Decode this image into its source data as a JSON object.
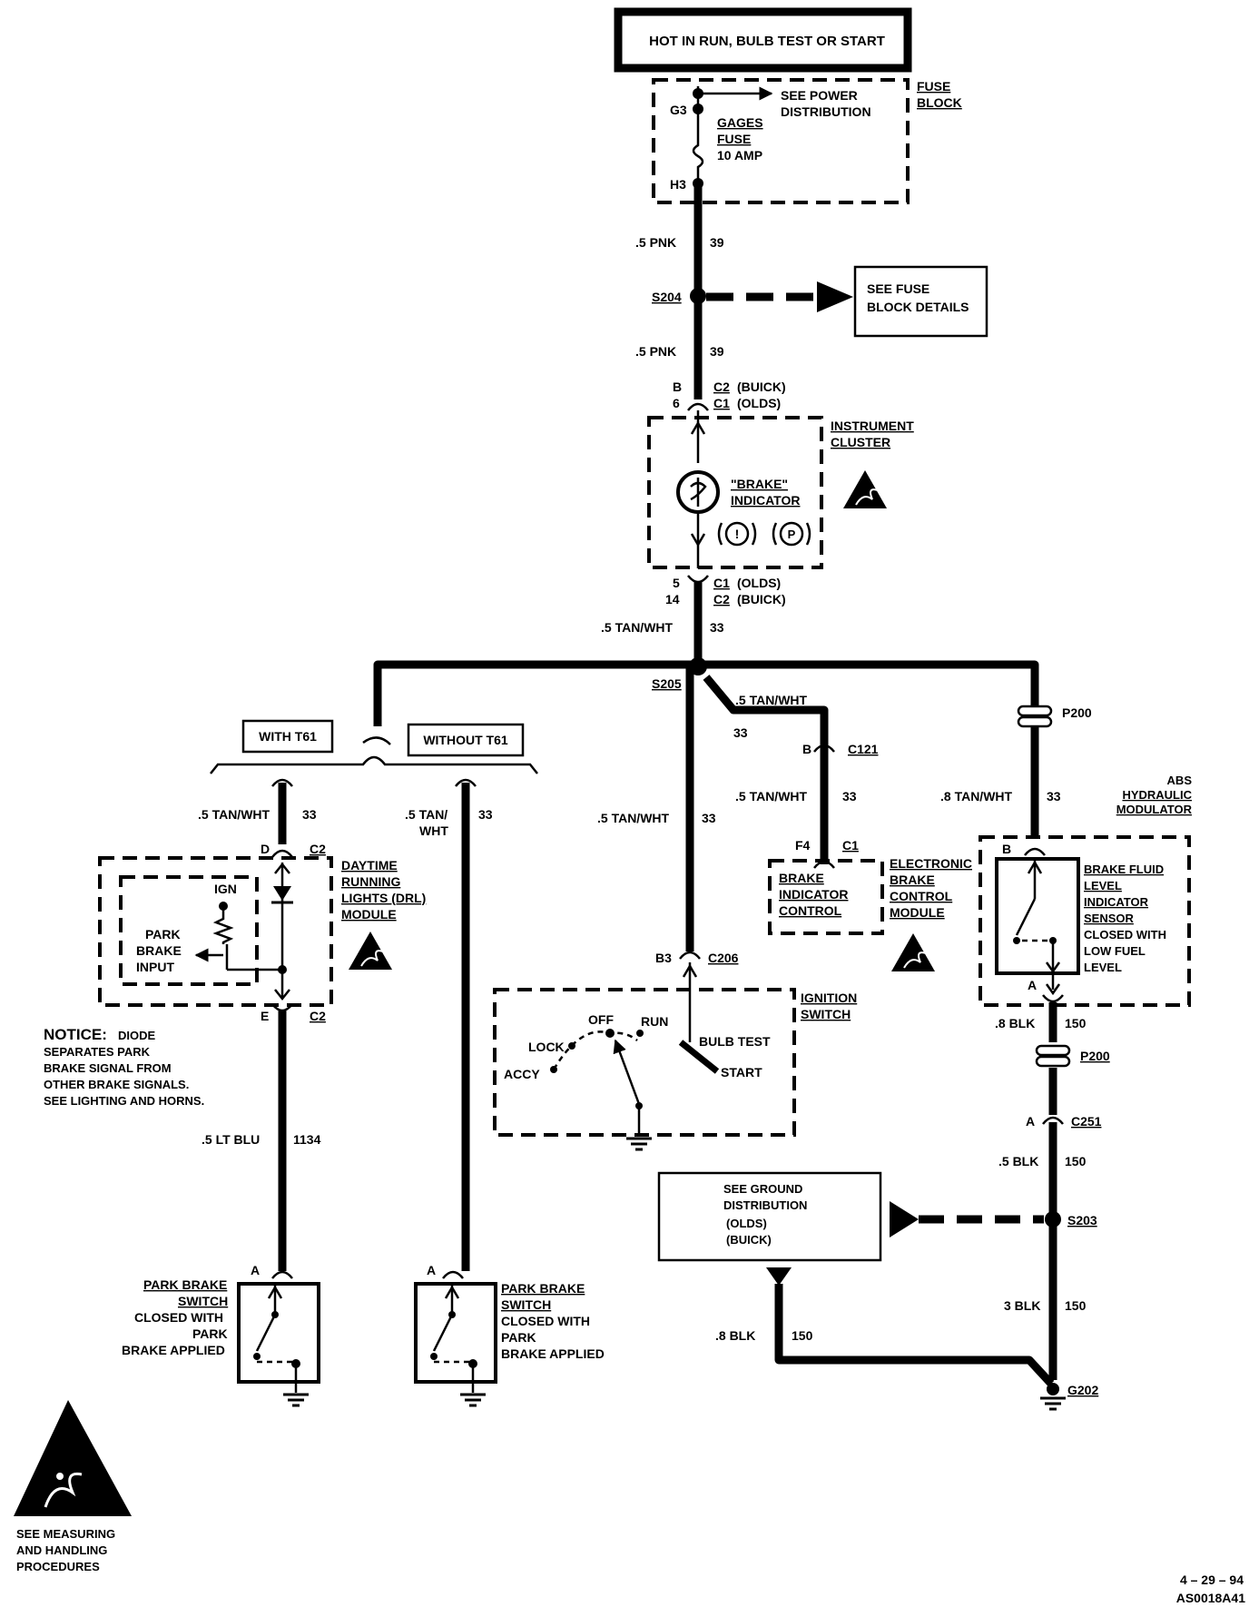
{
  "header": {
    "power_label": "HOT IN RUN, BULB TEST OR START"
  },
  "fuse_block": {
    "name_line1": "FUSE",
    "name_line2": "BLOCK",
    "pin_top": "G3",
    "pin_bottom": "H3",
    "see_power_line1": "SEE POWER",
    "see_power_line2": "DISTRIBUTION",
    "fuse_line1": "GAGES",
    "fuse_line2": "FUSE",
    "fuse_line3": "10 AMP"
  },
  "wires": {
    "w1_gauge": ".5 PNK",
    "w1_circuit": "39",
    "w2_gauge": ".5 PNK",
    "w2_circuit": "39",
    "w3_gauge": ".5 TAN/WHT",
    "w3_circuit": "33",
    "w_drl_gauge": ".5 TAN/WHT",
    "w_drl_circuit": "33",
    "w_without_gauge_line1": ".5 TAN/",
    "w_without_gauge_line2": "WHT",
    "w_without_circuit": "33",
    "w_ign_gauge": ".5 TAN/WHT",
    "w_ign_circuit": "33",
    "w_ebc1_gauge": ".5 TAN/WHT",
    "w_ebc1_circuit": "33",
    "w_ebc2_gauge": ".5 TAN/WHT",
    "w_ebc2_circuit": "33",
    "w_abs_gauge": ".8 TAN/WHT",
    "w_abs_circuit": "33",
    "w_blu_gauge": ".5 LT BLU",
    "w_blu_circuit": "1134",
    "w_blk1_gauge": ".8 BLK",
    "w_blk1_circuit": "150",
    "w_blk2_gauge": ".5 BLK",
    "w_blk2_circuit": "150",
    "w_blk3_gauge": "3 BLK",
    "w_blk3_circuit": "150",
    "w_blk4_gauge": ".8  BLK",
    "w_blk4_circuit": "150"
  },
  "splices": {
    "s204": "S204",
    "s205": "S205",
    "s203": "S203",
    "g202": "G202",
    "p200a": "P200",
    "p200b": "P200"
  },
  "fuse_details": {
    "line1": "SEE FUSE",
    "line2": "BLOCK DETAILS"
  },
  "cluster": {
    "conn_top_pin1": "B",
    "conn_top_pin2": "6",
    "conn_top_c1": "C2",
    "conn_top_c1_note": "(BUICK)",
    "conn_top_c2": "C1",
    "conn_top_c2_note": "(OLDS)",
    "name_line1": "INSTRUMENT",
    "name_line2": "CLUSTER",
    "indicator_line1": "\"BRAKE\"",
    "indicator_line2": "INDICATOR",
    "symbol1": "!",
    "symbol2": "P",
    "conn_bot_pin1": "5",
    "conn_bot_pin2": "14",
    "conn_bot_c1": "C1",
    "conn_bot_c1_note": "(OLDS)",
    "conn_bot_c2": "C2",
    "conn_bot_c2_note": "(BUICK)"
  },
  "options": {
    "with": "WITH T61",
    "without": "WITHOUT T61"
  },
  "drl": {
    "pin_top": "D",
    "conn_top": "C2",
    "pin_bot": "E",
    "conn_bot": "C2",
    "name_line1": "DAYTIME",
    "name_line2": "RUNNING",
    "name_line3": "LIGHTS (DRL)",
    "name_line4": "MODULE",
    "ign": "IGN",
    "input_line1": "PARK",
    "input_line2": "BRAKE",
    "input_line3": "INPUT"
  },
  "notice": {
    "title": "NOTICE:",
    "line1": "DIODE",
    "line2": "SEPARATES PARK",
    "line3": "BRAKE SIGNAL FROM",
    "line4": "OTHER BRAKE SIGNALS.",
    "line5": "SEE  LIGHTING AND HORNS."
  },
  "ebc": {
    "pin_c121": "B",
    "conn_c121": "C121",
    "pin_c1": "F4",
    "conn_c1": "C1",
    "box_line1": "BRAKE",
    "box_line2": "INDICATOR",
    "box_line3": "CONTROL",
    "name_line1": "ELECTRONIC",
    "name_line2": "BRAKE",
    "name_line3": "CONTROL",
    "name_line4": "MODULE"
  },
  "ignition": {
    "pin": "B3",
    "conn": "C206",
    "name_line1": "IGNITION",
    "name_line2": "SWITCH",
    "lock": "LOCK",
    "off": "OFF",
    "run": "RUN",
    "accy": "ACCY",
    "bulb_test": "BULB TEST",
    "start": "START"
  },
  "abs": {
    "name_line1": "ABS",
    "name_line2": "HYDRAULIC",
    "name_line3": "MODULATOR",
    "pin_top": "B",
    "pin_bot": "A",
    "sensor_line1": "BRAKE  FLUID",
    "sensor_line2": "LEVEL",
    "sensor_line3": "INDICATOR",
    "sensor_line4": "SENSOR",
    "sensor_line5": "CLOSED  WITH",
    "sensor_line6": "LOW  FUEL",
    "sensor_line7": "LEVEL",
    "pin_c251": "A",
    "conn_c251": "C251"
  },
  "ground_dist": {
    "line1": "SEE GROUND",
    "line2": "DISTRIBUTION",
    "line3": "(OLDS)",
    "line4": "(BUICK)"
  },
  "park_switch_left": {
    "pin": "A",
    "line1": "PARK BRAKE",
    "line2": "SWITCH",
    "line3": "CLOSED WITH",
    "line4": "PARK",
    "line5": "BRAKE APPLIED"
  },
  "park_switch_right": {
    "pin": "A",
    "line1": "PARK BRAKE",
    "line2": "SWITCH",
    "line3": "CLOSED WITH",
    "line4": "PARK",
    "line5": "BRAKE APPLIED"
  },
  "esd": {
    "line1": "SEE MEASURING",
    "line2": "AND HANDLING",
    "line3": "PROCEDURES"
  },
  "footer": {
    "date": "4 – 29 – 94",
    "code": "AS0018A41"
  }
}
